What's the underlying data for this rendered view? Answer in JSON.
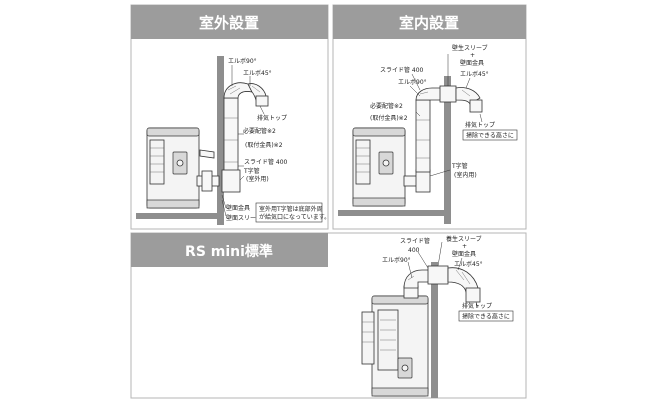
{
  "panels": {
    "outdoor": {
      "title": "室外設置",
      "labels": {
        "elbow90": "エルボ90°",
        "elbow45": "エルボ45°",
        "exhaust_top": "排気トップ",
        "required_pipe": "必要配管※2",
        "mount_hardware": "(取付金具)※2",
        "slide_pipe": "スライド管 400",
        "t_pipe": "T字管",
        "t_pipe_note": "(室外用)",
        "wall_hardware": "壁面金具",
        "wall_sleeve": "壁面スリーブ"
      },
      "note": [
        "室外用T字管は底部外周",
        "が給気口になっています。"
      ]
    },
    "indoor": {
      "title": "室内設置",
      "labels": {
        "wall_sleeve": "壁生スリーブ",
        "plus": "+",
        "wall_hardware": "壁面金具",
        "elbow45": "エルボ45°",
        "slide_pipe": "スライド管 400",
        "elbow90": "エルボ90°",
        "required_pipe": "必要配管※2",
        "mount_hardware": "(取付金具)※2",
        "exhaust_top": "排気トップ",
        "t_pipe": "T字管",
        "t_pipe_note": "(室内用)"
      },
      "note": "掃除できる高さに"
    },
    "rs_mini": {
      "title": "RS mini標準",
      "labels": {
        "slide_pipe": "スライド管",
        "slide_pipe_len": "400",
        "elbow90": "エルボ90°",
        "wall_sleeve": "養生スリーブ",
        "plus": "+",
        "wall_hardware": "壁面金具",
        "elbow45": "エルボ45°",
        "exhaust_top": "排気トップ"
      },
      "note": "掃除できる高さに"
    }
  }
}
